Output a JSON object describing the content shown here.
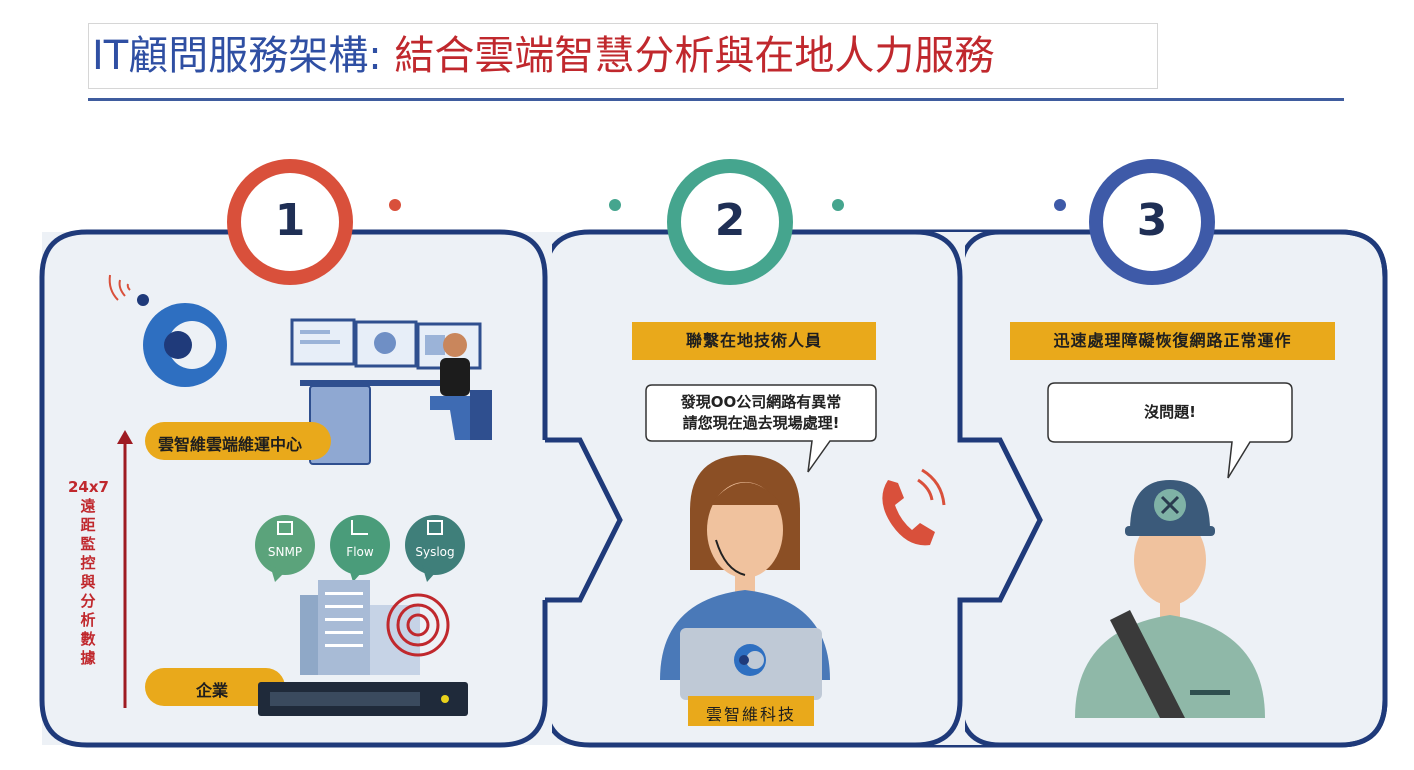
{
  "title": {
    "part1": "IT顧問服務架構: ",
    "part2": "結合雲端智慧分析與在地人力服務"
  },
  "steps": [
    {
      "number": "1",
      "color": "#d9503b"
    },
    {
      "number": "2",
      "color": "#45a58e"
    },
    {
      "number": "3",
      "color": "#3e5aa8"
    }
  ],
  "panel1": {
    "center_label": "雲智維雲端維運中心",
    "enterprise_label": "企業",
    "monitor_chars": [
      "24x7",
      "遠",
      "距",
      "監",
      "控",
      "與",
      "分",
      "析",
      "數",
      "據"
    ],
    "protocols": [
      "SNMP",
      "Flow",
      "Syslog"
    ]
  },
  "panel2": {
    "banner": "聯繫在地技術人員",
    "speech_line1": "發現OO公司網路有異常",
    "speech_line2": "請您現在過去現場處理!",
    "brand": "雲智維科技"
  },
  "panel3": {
    "banner": "迅速處理障礙恢復網路正常運作",
    "speech": "沒問題!"
  },
  "colors": {
    "panel_border": "#1f3a7a",
    "panel_bg": "#edf1f6",
    "accent_yellow": "#e9a91b",
    "red": "#c0282d",
    "blue": "#3f5c9e"
  },
  "icons": [
    "wifi-signal-icon",
    "logo-icon",
    "phone-icon",
    "cpu-icon",
    "chart-icon",
    "log-icon",
    "target-icon"
  ]
}
